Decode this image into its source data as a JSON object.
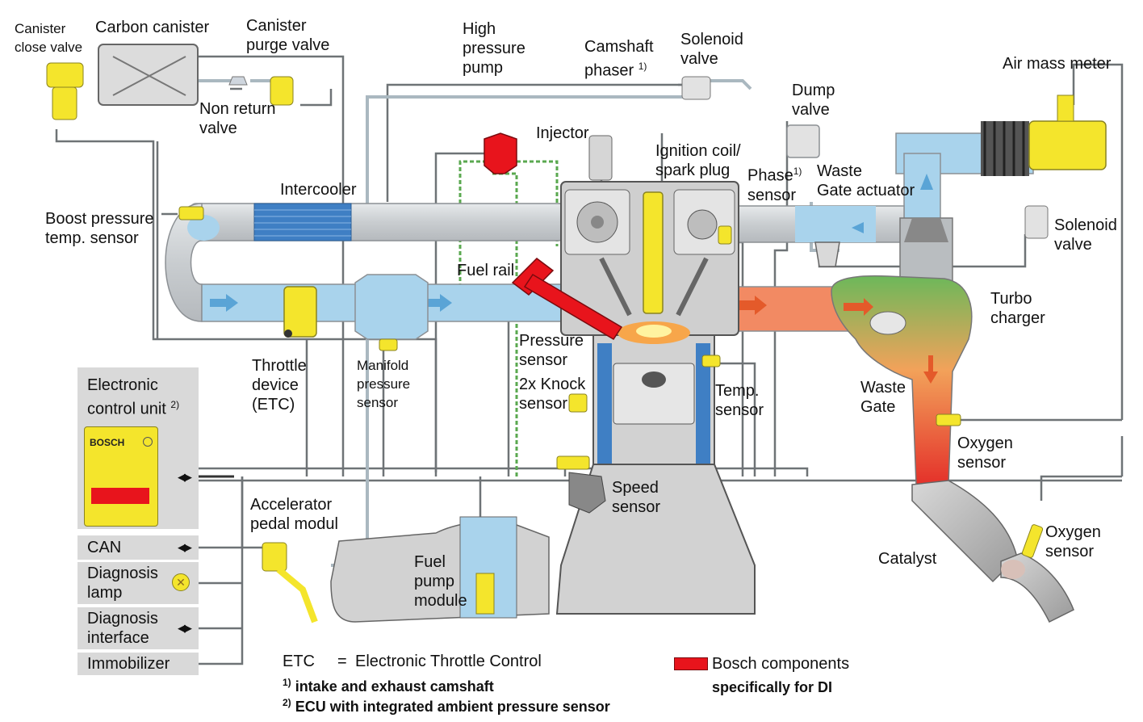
{
  "labels": {
    "canister_close_valve": [
      "Canister",
      "close valve"
    ],
    "carbon_canister": [
      "Carbon canister"
    ],
    "canister_purge_valve": [
      "Canister",
      "purge valve"
    ],
    "non_return_valve": [
      "Non return",
      "valve"
    ],
    "high_pressure_pump": [
      "High",
      "pressure",
      "pump"
    ],
    "camshaft_phaser": [
      "Camshaft",
      "phaser"
    ],
    "camshaft_phaser_note": "1)",
    "solenoid_valve_top": [
      "Solenoid",
      "valve"
    ],
    "dump_valve": [
      "Dump",
      "valve"
    ],
    "air_mass_meter": [
      "Air mass meter"
    ],
    "injector": [
      "Injector"
    ],
    "ignition_coil": [
      "Ignition coil/",
      "spark plug"
    ],
    "phase_sensor": [
      "Phase",
      "sensor"
    ],
    "phase_sensor_note": "1)",
    "waste_gate_actuator": [
      "Waste",
      "Gate actuator"
    ],
    "intercooler": [
      "Intercooler"
    ],
    "boost_pressure": [
      "Boost pressure",
      "temp. sensor"
    ],
    "solenoid_valve_right": [
      "Solenoid",
      "valve"
    ],
    "fuel_rail": [
      "Fuel rail"
    ],
    "turbo_charger": [
      "Turbo",
      "charger"
    ],
    "pressure_sensor": [
      "Pressure",
      "sensor"
    ],
    "throttle_device": [
      "Throttle",
      "device",
      "(ETC)"
    ],
    "manifold_pressure": [
      "Manifold",
      "pressure",
      "sensor"
    ],
    "knock_sensor": [
      "2x Knock",
      "sensor"
    ],
    "temp_sensor": [
      "Temp.",
      "sensor"
    ],
    "waste_gate": [
      "Waste",
      "Gate"
    ],
    "oxygen_sensor_1": [
      "Oxygen",
      "sensor"
    ],
    "speed_sensor": [
      "Speed",
      "sensor"
    ],
    "accelerator": [
      "Accelerator",
      "pedal modul"
    ],
    "fuel_pump_module": [
      "Fuel",
      "pump",
      "module"
    ],
    "oxygen_sensor_2": [
      "Oxygen",
      "sensor"
    ],
    "catalyst": [
      "Catalyst"
    ]
  },
  "ecu_panel": {
    "title": [
      "Electronic",
      "control unit"
    ],
    "title_note": "2)",
    "brand": "BOSCH",
    "items": [
      "CAN",
      "Diagnosis lamp",
      "Diagnosis interface",
      "Immobilizer"
    ],
    "item_lines": [
      [
        "CAN"
      ],
      [
        "Diagnosis",
        "lamp"
      ],
      [
        "Diagnosis",
        "interface"
      ],
      [
        "Immobilizer"
      ]
    ]
  },
  "legend": {
    "etc_abbr": "ETC",
    "etc_eq": "=",
    "etc_text": "Electronic Throttle Control",
    "note1_mark": "1)",
    "note1_text": "intake and exhaust camshaft",
    "note2_mark": "2)",
    "note2_text": "ECU with integrated ambient pressure sensor",
    "bosch_line1": "Bosch components",
    "bosch_line2": "specifically for DI"
  },
  "colors": {
    "bosch_red": "#e8141c",
    "sensor_yellow": "#f4e52c",
    "pipe_grey": "#cfd3d6",
    "air_blue": "#a9d3ec",
    "exhaust_red": "#f28a63",
    "engine_grey": "#cfcfcf",
    "panel_grey": "#d9d9d9"
  }
}
